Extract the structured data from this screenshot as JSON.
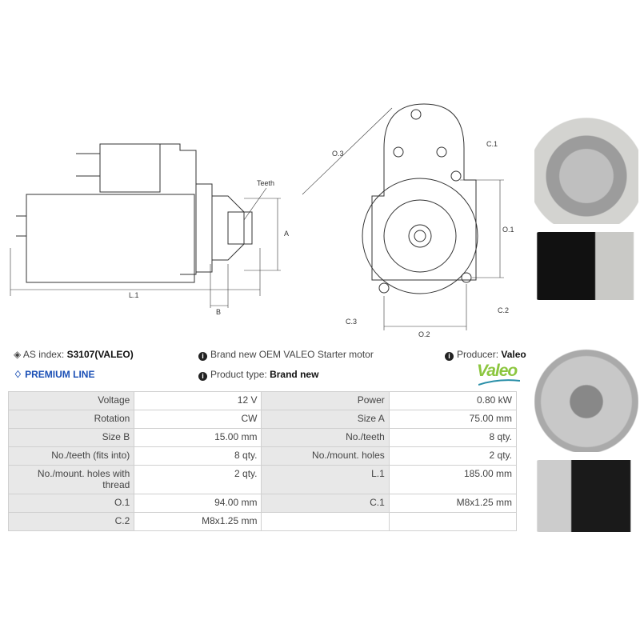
{
  "header": {
    "as_index_label": "AS index:",
    "as_index_value": "S3107(VALEO)",
    "premium": "PREMIUM LINE",
    "desc": "Brand new OEM VALEO Starter motor",
    "product_type_label": "Product type:",
    "product_type_value": "Brand new",
    "producer_label": "Producer:",
    "producer_value": "Valeo",
    "logo": "Valeo"
  },
  "diagram_labels": {
    "teeth": "Teeth",
    "a": "A",
    "l1": "L.1",
    "b": "B",
    "o3": "O.3",
    "c1": "C.1",
    "o1": "O.1",
    "c2": "C.2",
    "c3": "C.3",
    "o2": "O.2"
  },
  "specs": [
    [
      {
        "label": "Voltage",
        "value": "12 V"
      },
      {
        "label": "Power",
        "value": "0.80 kW"
      }
    ],
    [
      {
        "label": "Rotation",
        "value": "CW"
      },
      {
        "label": "Size A",
        "value": "75.00 mm"
      }
    ],
    [
      {
        "label": "Size B",
        "value": "15.00 mm"
      },
      {
        "label": "No./teeth",
        "value": "8 qty."
      }
    ],
    [
      {
        "label": "No./teeth (fits into)",
        "value": "8 qty."
      },
      {
        "label": "No./mount. holes",
        "value": "2 qty."
      }
    ],
    [
      {
        "label": "No./mount. holes with thread",
        "value": "2 qty."
      },
      {
        "label": "L.1",
        "value": "185.00 mm"
      }
    ],
    [
      {
        "label": "O.1",
        "value": "94.00 mm"
      },
      {
        "label": "C.1",
        "value": "M8x1.25 mm"
      }
    ],
    [
      {
        "label": "C.2",
        "value": "M8x1.25 mm"
      },
      {
        "label": "",
        "value": ""
      }
    ]
  ],
  "colors": {
    "premium": "#1a4fb5",
    "logo_green": "#8cc63f",
    "table_label_bg": "#e8e8e8"
  }
}
